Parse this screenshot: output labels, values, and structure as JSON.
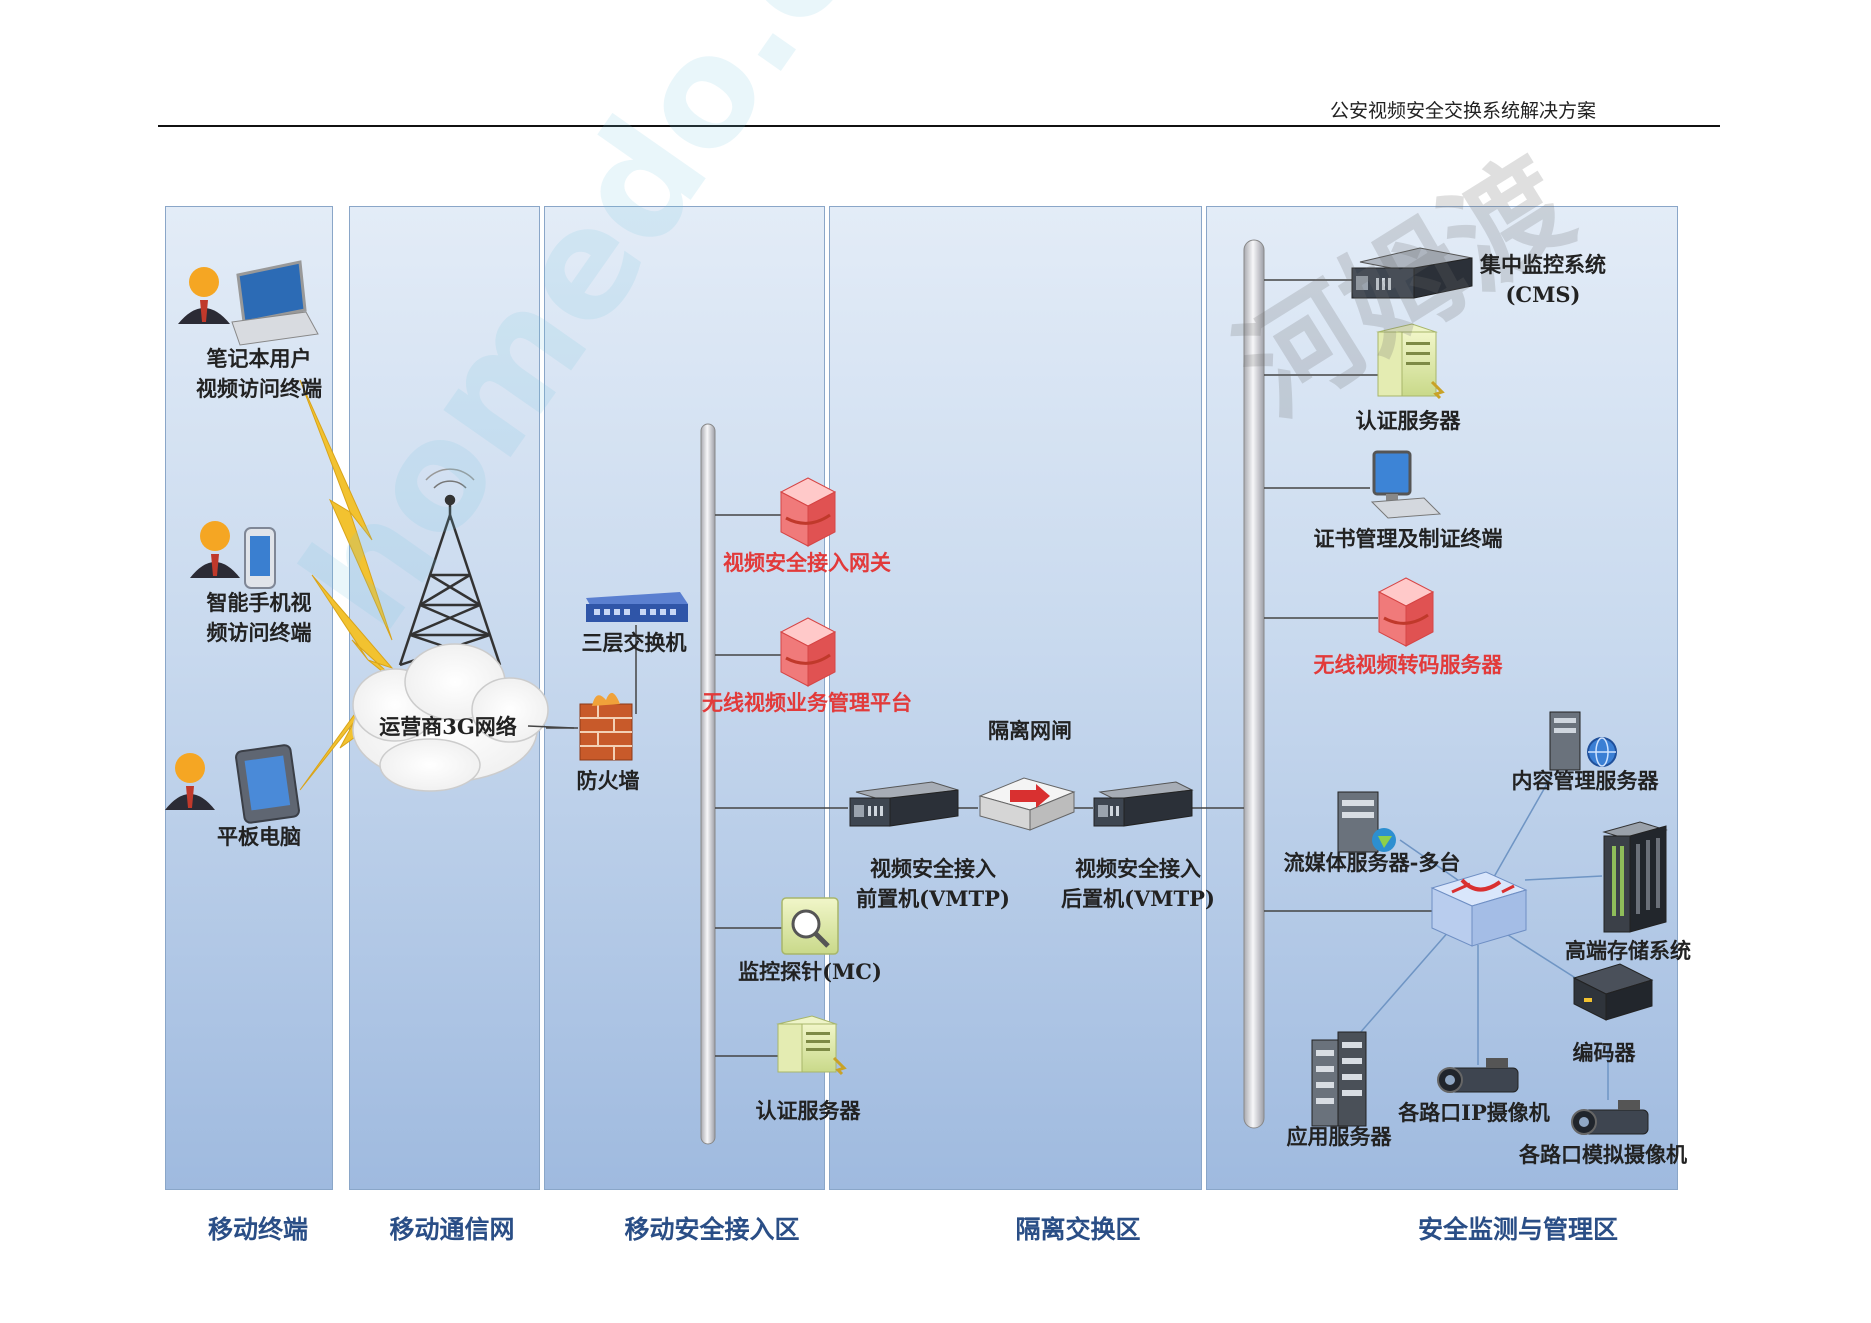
{
  "header": {
    "title": "公安视频安全交换系统解决方案"
  },
  "zones": [
    {
      "label": "移动终端"
    },
    {
      "label": "移动通信网"
    },
    {
      "label": "移动安全接入区"
    },
    {
      "label": "隔离交换区"
    },
    {
      "label": "安全监测与管理区"
    }
  ],
  "mobile": {
    "laptop_user": "笔记本用户\n视频访问终端",
    "phone_user": "智能手机视\n频访问终端",
    "tablet_user": "平板电脑"
  },
  "network": {
    "cloud": "运营商3G网络"
  },
  "access": {
    "switch": "三层交换机",
    "firewall": "防火墙",
    "gateway": "视频安全接入网关",
    "platform": "无线视频业务管理平台",
    "probe": "监控探针(MC)",
    "auth": "认证服务器"
  },
  "isolation": {
    "gate": "隔离网闸",
    "front": "视频安全接入\n前置机(VMTP)",
    "back": "视频安全接入\n后置机(VMTP)"
  },
  "management": {
    "cms": "集中监控系统\n(CMS)",
    "auth": "认证服务器",
    "cert": "证书管理及制证终端",
    "transcode": "无线视频转码服务器",
    "content": "内容管理服务器",
    "streaming": "流媒体服务器-多台",
    "storage": "高端存储系统",
    "encoder": "编码器",
    "app": "应用服务器",
    "ip_cam": "各路口IP摄像机",
    "analog_cam": "各路口模拟摄像机"
  },
  "watermark": {
    "main": "homedo.com",
    "brand": "河姆渡"
  },
  "colors": {
    "zone_border": "#8aa6c8",
    "zone_label": "#2a4e86",
    "red_label": "#e23a3a",
    "lightning": "#f2c230"
  }
}
